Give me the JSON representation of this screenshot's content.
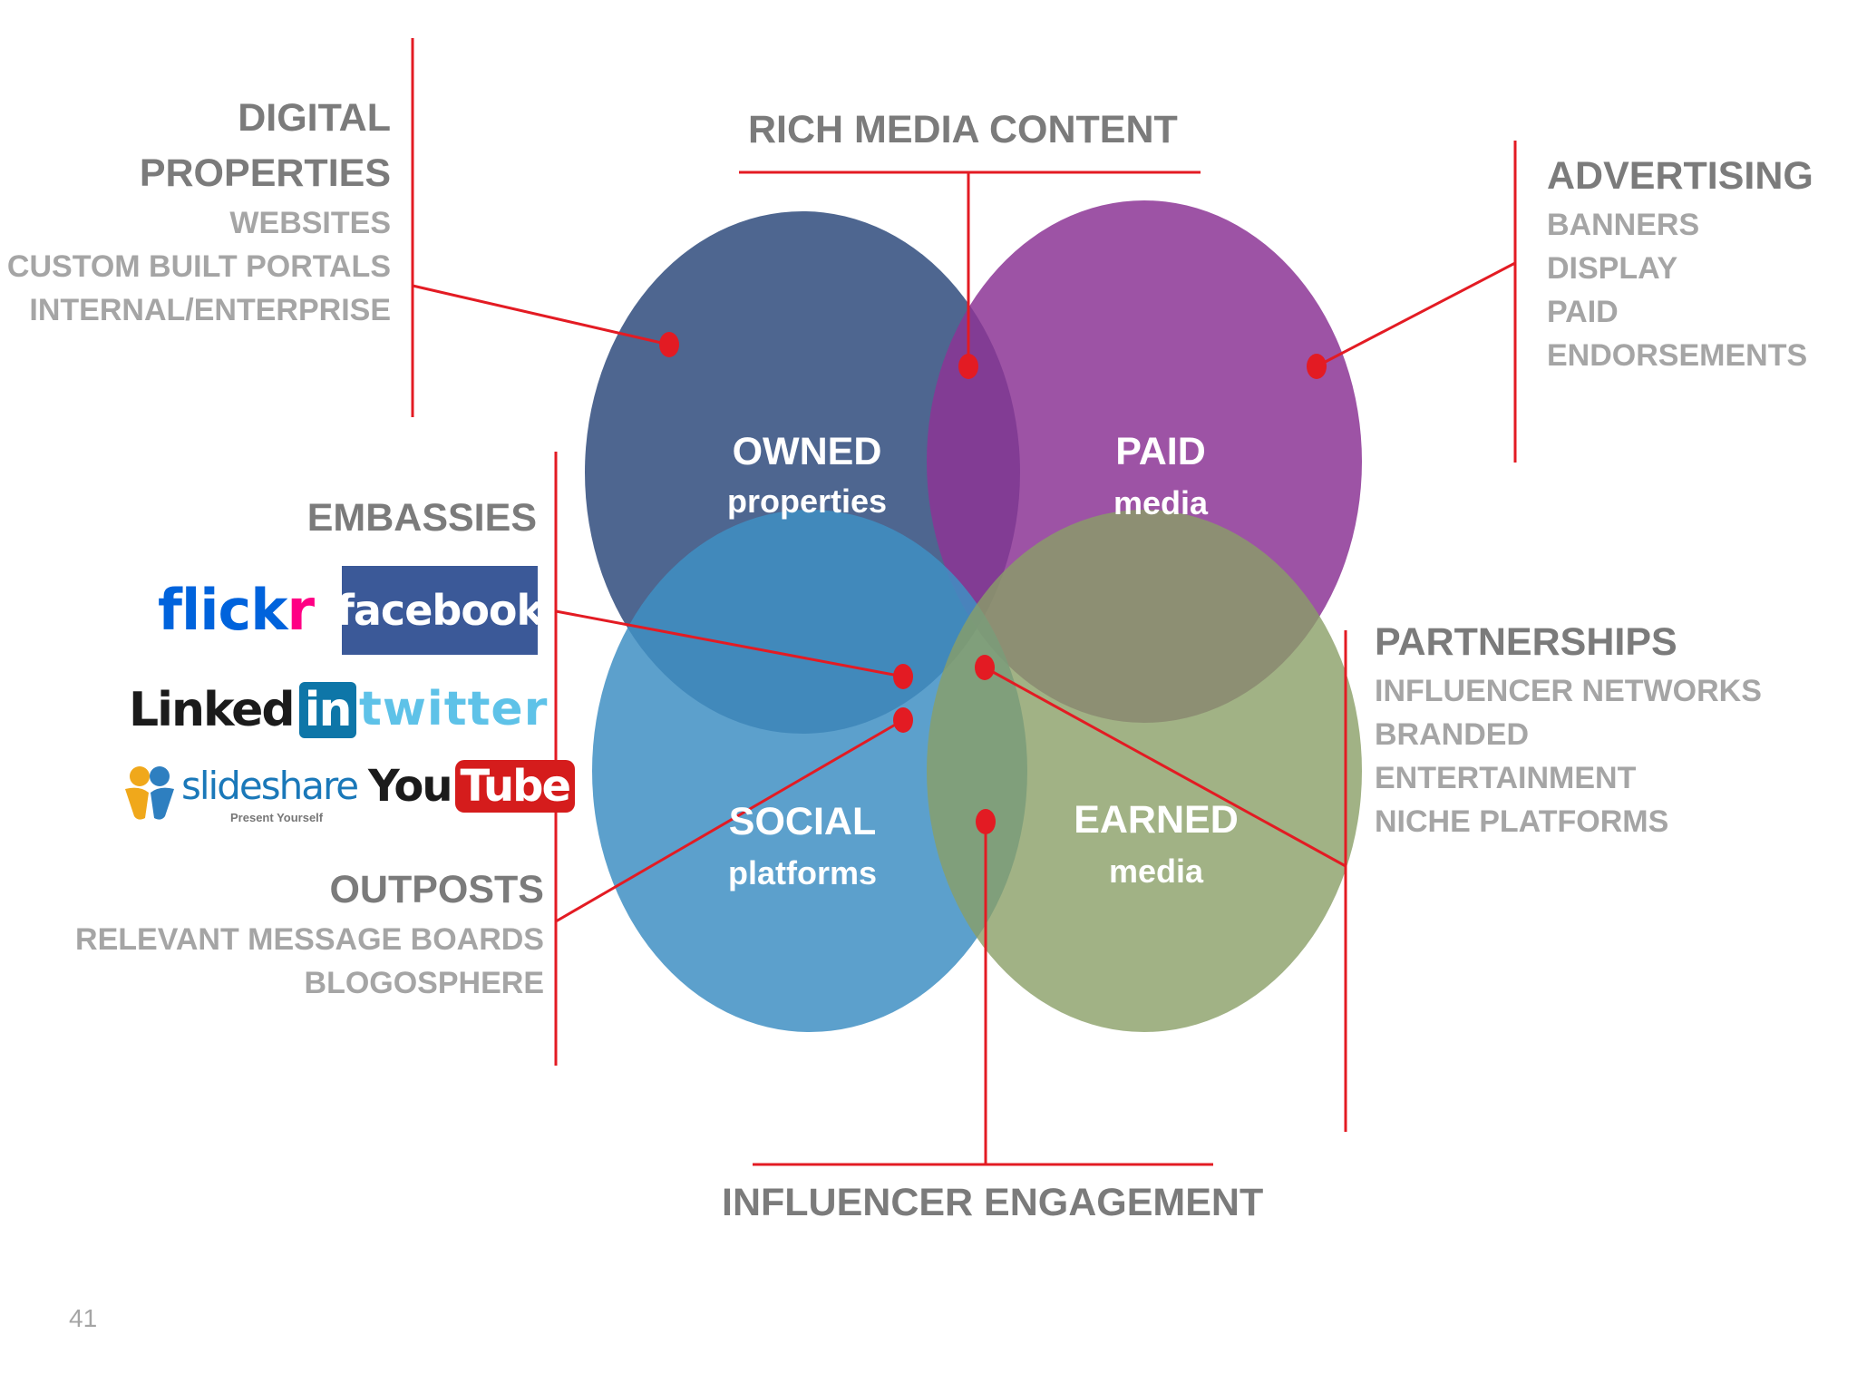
{
  "colors": {
    "owned": "#3b5584",
    "paid": "#8c3595",
    "social": "#3f8fc3",
    "earned": "#8a9f66",
    "connector": "#e31b23",
    "heading": "#7b7b7b",
    "subtext": "#a5a5a5"
  },
  "circles": {
    "owned": {
      "title": "OWNED",
      "subtitle": "properties"
    },
    "paid": {
      "title": "PAID",
      "subtitle": "media"
    },
    "social": {
      "title": "SOCIAL",
      "subtitle": "platforms"
    },
    "earned": {
      "title": "EARNED",
      "subtitle": "media"
    }
  },
  "digital_properties": {
    "title_line1": "DIGITAL",
    "title_line2": "PROPERTIES",
    "items": [
      "WEBSITES",
      "CUSTOM BUILT PORTALS",
      "INTERNAL/ENTERPRISE"
    ]
  },
  "rich_media": {
    "title": "RICH MEDIA CONTENT"
  },
  "advertising": {
    "title": "ADVERTISING",
    "items": [
      "BANNERS",
      "DISPLAY",
      "PAID",
      "ENDORSEMENTS"
    ]
  },
  "embassies": {
    "title": "EMBASSIES",
    "logos": {
      "flickr": "flickr",
      "facebook": "facebook",
      "linkedin_text": "Linked",
      "linkedin_badge": "in",
      "twitter": "twitter",
      "slideshare": "slideshare",
      "slideshare_tagline": "Present Yourself",
      "youtube_you": "You",
      "youtube_tube": "Tube"
    }
  },
  "outposts": {
    "title": "OUTPOSTS",
    "items": [
      "RELEVANT MESSAGE BOARDS",
      "BLOGOSPHERE"
    ]
  },
  "partnerships": {
    "title": "PARTNERSHIPS",
    "items": [
      "INFLUENCER NETWORKS",
      "BRANDED",
      "ENTERTAINMENT",
      "NICHE PLATFORMS"
    ]
  },
  "influencer": {
    "title": "INFLUENCER ENGAGEMENT"
  },
  "page_number": "41"
}
